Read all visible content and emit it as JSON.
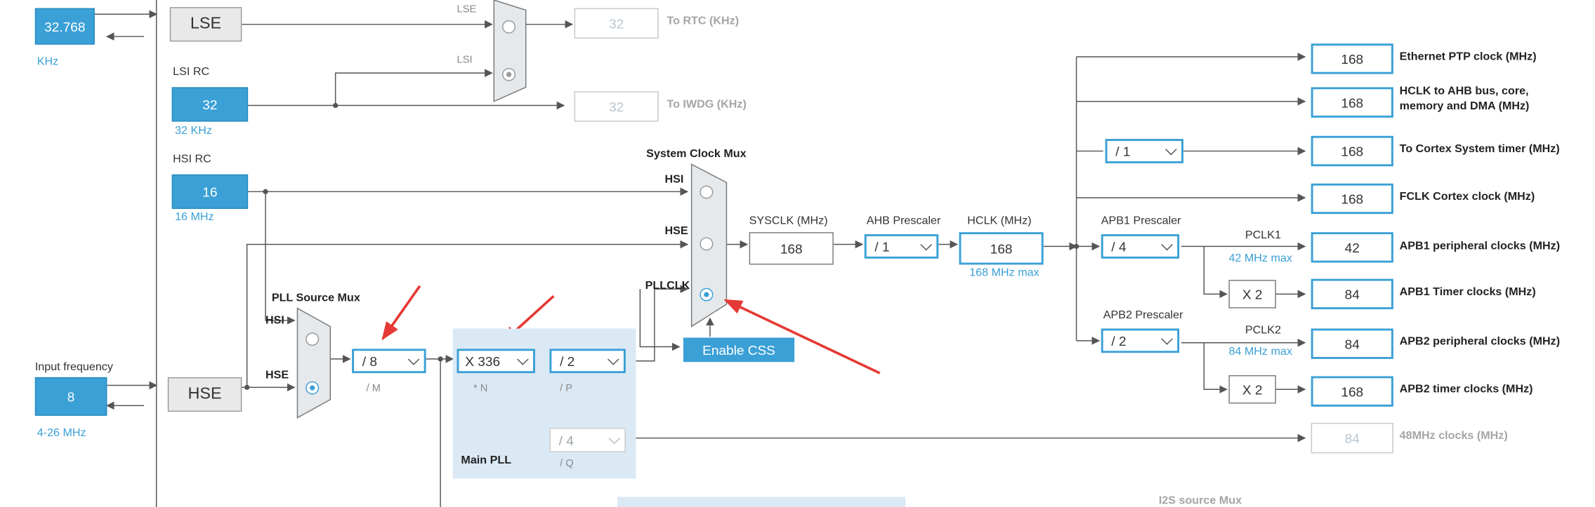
{
  "colors": {
    "accent": "#3aa0d6",
    "wire": "#555555",
    "arrow_red": "#e53935",
    "pll_bg": "#dbe9f5"
  },
  "lse": {
    "input_value": "32.768",
    "unit": "KHz",
    "block": "LSE"
  },
  "lsi": {
    "title": "LSI RC",
    "value": "32",
    "freq": "32 KHz"
  },
  "hsi": {
    "title": "HSI RC",
    "value": "16",
    "freq": "16 MHz"
  },
  "hse": {
    "input_label": "Input frequency",
    "input_value": "8",
    "range": "4-26 MHz",
    "block": "HSE"
  },
  "rtc_mux": {
    "in_lse": "LSE",
    "in_lsi": "LSI",
    "selected": "LSI"
  },
  "rtc_out": {
    "value": "32",
    "label": "To RTC (KHz)"
  },
  "iwdg_out": {
    "value": "32",
    "label": "To IWDG (KHz)"
  },
  "pll_source_mux": {
    "title": "PLL Source Mux",
    "in_hsi": "HSI",
    "in_hse": "HSE",
    "selected": "HSE"
  },
  "pllm": {
    "value": "/ 8",
    "label": "/ M"
  },
  "main_pll": {
    "title": "Main PLL",
    "n_value": "X 336",
    "n_label": "* N",
    "p_value": "/ 2",
    "p_label": "/ P",
    "q_value": "/ 4",
    "q_label": "/ Q"
  },
  "sys_mux": {
    "title": "System Clock Mux",
    "in_hsi": "HSI",
    "in_hse": "HSE",
    "in_pll": "PLLCLK",
    "selected": "PLLCLK"
  },
  "css_button": "Enable CSS",
  "sysclk": {
    "label": "SYSCLK (MHz)",
    "value": "168"
  },
  "ahb": {
    "label": "AHB Prescaler",
    "value": "/ 1"
  },
  "hclk": {
    "label": "HCLK (MHz)",
    "value": "168",
    "max": "168 MHz max"
  },
  "apb1": {
    "label": "APB1 Prescaler",
    "value": "/ 4",
    "pclk_label": "PCLK1",
    "pclk_max": "42 MHz max",
    "timer_mult": "X 2"
  },
  "apb2": {
    "label": "APB2 Prescaler",
    "value": "/ 2",
    "pclk_label": "PCLK2",
    "pclk_max": "84 MHz max",
    "timer_mult": "X 2"
  },
  "cortex_div": "/ 1",
  "outputs": [
    {
      "value": "168",
      "label": "Ethernet PTP clock (MHz)"
    },
    {
      "value": "168",
      "label": "HCLK to AHB bus, core,",
      "label2": "memory and DMA (MHz)"
    },
    {
      "value": "168",
      "label": "To Cortex System timer (MHz)"
    },
    {
      "value": "168",
      "label": "FCLK Cortex clock (MHz)"
    },
    {
      "value": "42",
      "label": "APB1 peripheral clocks (MHz)"
    },
    {
      "value": "84",
      "label": "APB1 Timer clocks (MHz)"
    },
    {
      "value": "84",
      "label": "APB2 peripheral clocks (MHz)"
    },
    {
      "value": "168",
      "label": "APB2 timer clocks (MHz)"
    },
    {
      "value": "84",
      "label": "48MHz clocks (MHz)"
    }
  ],
  "i2s_title": "I2S source Mux"
}
